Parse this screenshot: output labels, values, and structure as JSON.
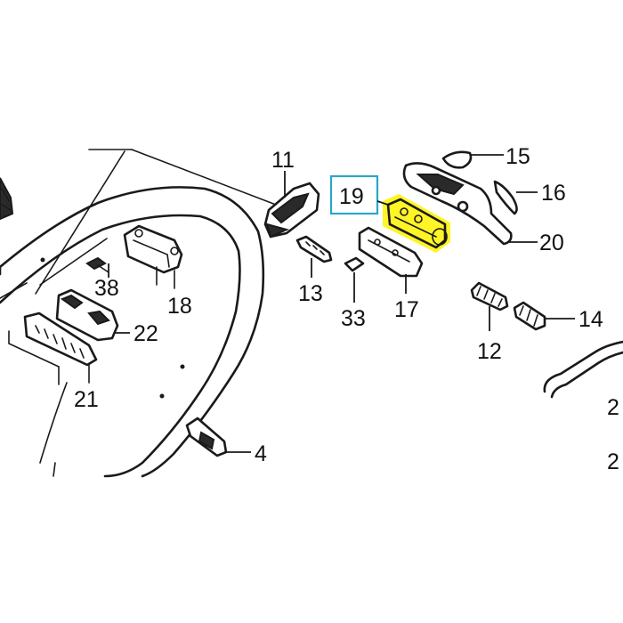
{
  "highlight": {
    "color": "#fff200",
    "label_box_color": "#2aa7c9",
    "highlighted_part": "19"
  },
  "labels": {
    "p11": "11",
    "p15": "15",
    "p16": "16",
    "p19": "19",
    "p20": "20",
    "p38": "38",
    "p18": "18",
    "p13": "13",
    "p33": "33",
    "p17": "17",
    "p14": "14",
    "p22": "22",
    "p12": "12",
    "p21": "21",
    "p4": "4",
    "edge1": "2",
    "edge2": "2"
  }
}
